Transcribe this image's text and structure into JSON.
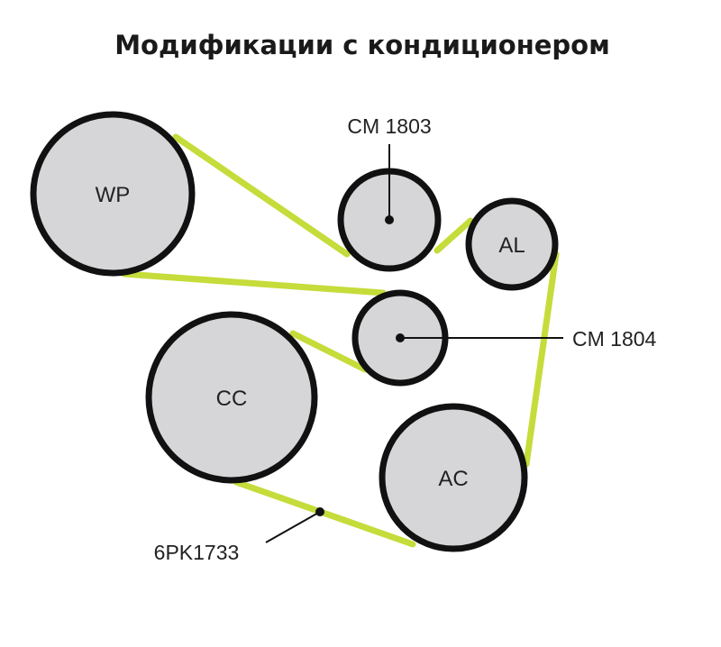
{
  "title": "Модификации с кондиционером",
  "pulleys": {
    "wp": "WP",
    "al": "AL",
    "cc": "CC",
    "ac": "AC"
  },
  "callouts": {
    "cm1803": "CM 1803",
    "cm1804": "CM 1804",
    "belt": "6PK1733"
  },
  "colors": {
    "belt": "#c5dc3a",
    "pulley_fill": "#d6d6d8",
    "outline": "#111111"
  }
}
